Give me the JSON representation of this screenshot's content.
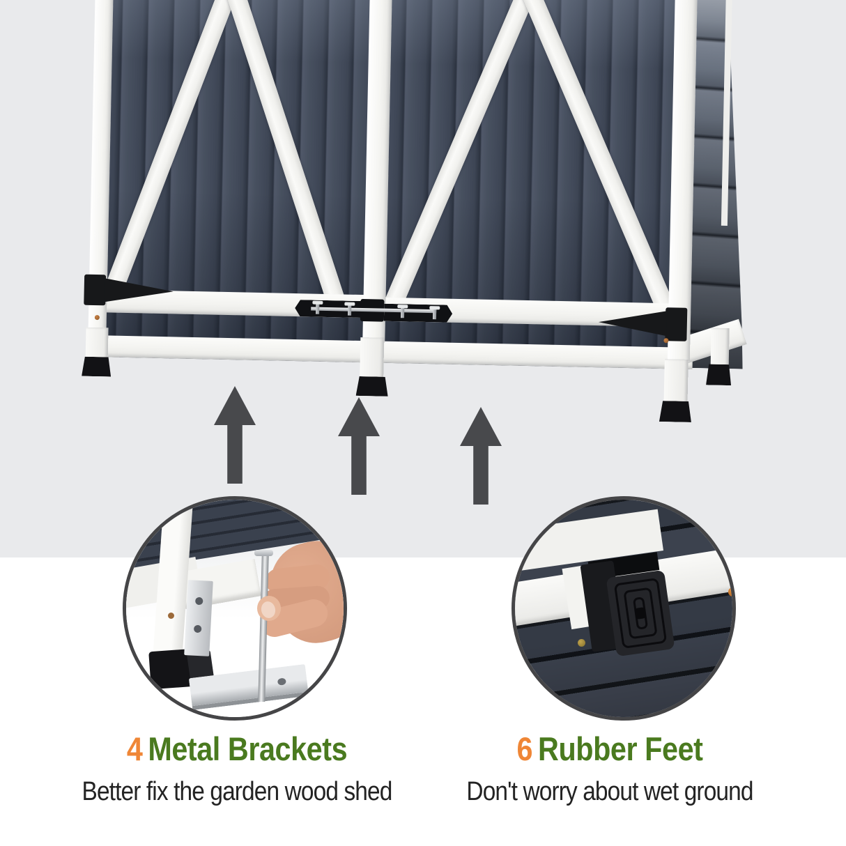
{
  "colors": {
    "background_top": "#e9eaec",
    "background_bottom": "#ffffff",
    "accent_orange": "#ef8636",
    "accent_green": "#4a7a1f",
    "body_text": "#232323",
    "arrow_gray": "#48494c",
    "shed_wood": "#434b5c",
    "shed_trim": "#f5f5f2",
    "callout_ring": "#454547",
    "rubber_foot_black": "#121215"
  },
  "icons": {
    "arrows": [
      {
        "name": "up-arrow-icon"
      },
      {
        "name": "up-arrow-icon"
      },
      {
        "name": "up-arrow-icon"
      }
    ],
    "callouts": [
      {
        "name": "metal-bracket-photo"
      },
      {
        "name": "rubber-foot-photo"
      }
    ]
  },
  "features": [
    {
      "count": "4",
      "title": "Metal Brackets",
      "description": "Better fix the garden wood shed"
    },
    {
      "count": "6",
      "title": "Rubber Feet",
      "description": "Don't worry about wet ground"
    }
  ]
}
